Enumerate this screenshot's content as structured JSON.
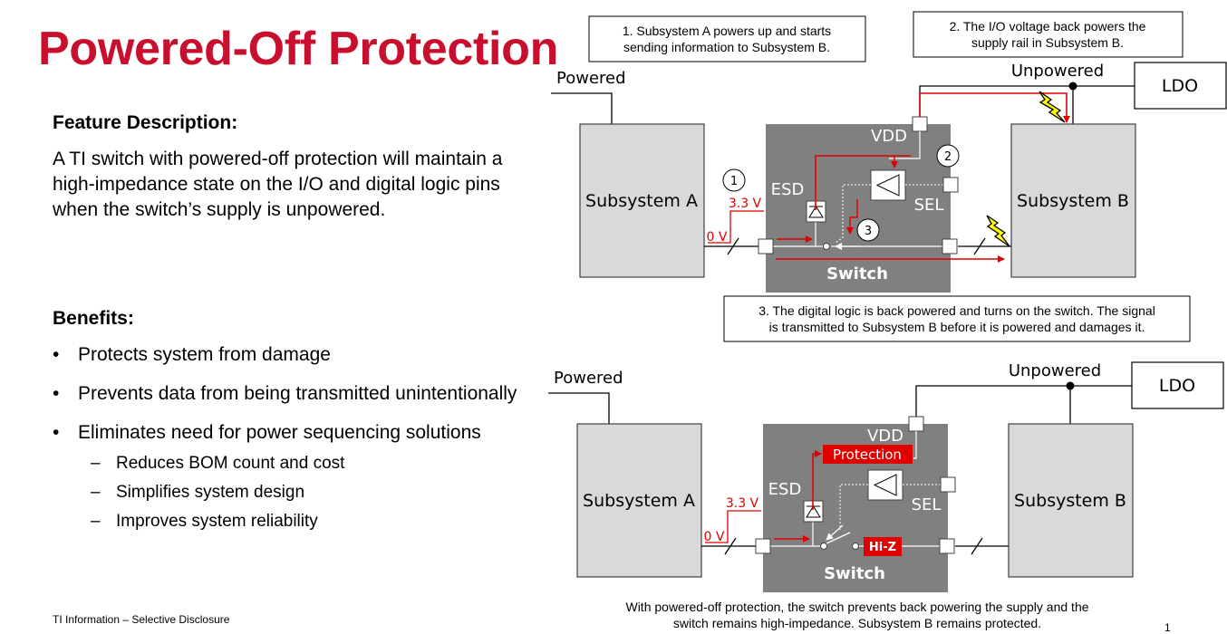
{
  "slide": {
    "title": "Powered-Off Protection",
    "feature_heading": "Feature Description:",
    "feature_text": "A TI switch with powered-off protection will maintain a high-impedance state on the I/O and digital logic pins when the switch’s supply is unpowered.",
    "benefits_heading": "Benefits:",
    "benefits": [
      "Protects system from damage",
      "Prevents data from being transmitted unintentionally",
      "Eliminates need for power sequencing solutions"
    ],
    "sub_benefits": [
      "Reduces BOM count and cost",
      "Simplifies system design",
      "Improves system reliability"
    ],
    "footer": "TI Information – Selective Disclosure",
    "page_number": "1"
  },
  "top_diagram": {
    "powered_label": "Powered",
    "unpowered_label": "Unpowered",
    "ldo_label": "LDO",
    "subsystem_a": "Subsystem A",
    "subsystem_b": "Subsystem B",
    "vdd": "VDD",
    "esd": "ESD",
    "sel": "SEL",
    "switch": "Switch",
    "voltage_high": "3.3 V",
    "voltage_low": "0 V",
    "step_markers": [
      "1",
      "2",
      "3"
    ],
    "note1_line1": "1. Subsystem A powers up and starts",
    "note1_line2": "sending information to Subsystem B.",
    "note2_line1": "2. The I/O voltage back powers the",
    "note2_line2": "supply rail in Subsystem B.",
    "note3_line1": "3. The digital logic is back powered and turns on the switch.  The signal",
    "note3_line2": "is transmitted to Subsystem B before it is powered and damages it."
  },
  "bottom_diagram": {
    "powered_label": "Powered",
    "unpowered_label": "Unpowered",
    "ldo_label": "LDO",
    "subsystem_a": "Subsystem A",
    "subsystem_b": "Subsystem B",
    "vdd": "VDD",
    "esd": "ESD",
    "sel": "SEL",
    "switch": "Switch",
    "voltage_high": "3.3 V",
    "voltage_low": "0 V",
    "protection_label": "Protection",
    "hiz_label": "Hi-Z",
    "caption_line1": "With powered-off  protection, the switch prevents back powering the supply and the",
    "caption_line2": "switch remains high-impedance.  Subsystem B remains protected."
  },
  "colors": {
    "title_red": "#c8102e",
    "signal_red": "#e00000",
    "switch_gray": "#808080",
    "subsystem_gray": "#d9d9d9",
    "lightning_yellow": "#ffff00"
  }
}
